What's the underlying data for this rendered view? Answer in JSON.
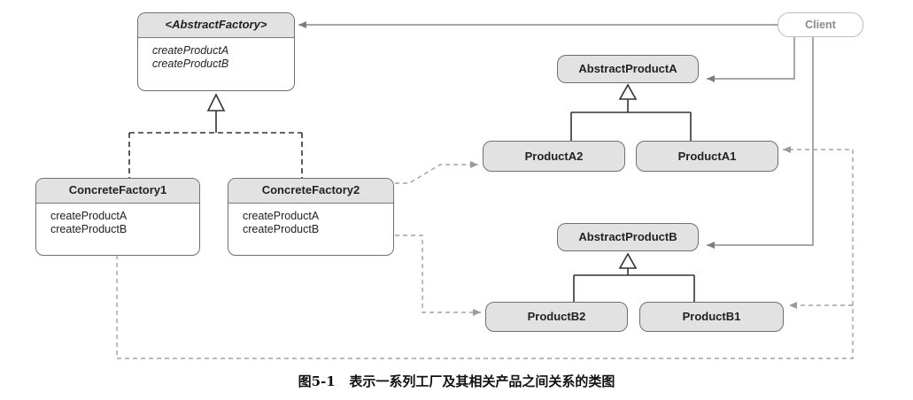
{
  "diagram": {
    "abstract_factory": {
      "name": "<AbstractFactory>",
      "ops": [
        "createProductA",
        "createProductB"
      ]
    },
    "concrete_factory_1": {
      "name": "ConcreteFactory1",
      "ops": [
        "createProductA",
        "createProductB"
      ]
    },
    "concrete_factory_2": {
      "name": "ConcreteFactory2",
      "ops": [
        "createProductA",
        "createProductB"
      ]
    },
    "client": "Client",
    "abstract_product_a": "AbstractProductA",
    "product_a2": "ProductA2",
    "product_a1": "ProductA1",
    "abstract_product_b": "AbstractProductB",
    "product_b2": "ProductB2",
    "product_b1": "ProductB1"
  },
  "caption": {
    "number": "图5-1",
    "text": "表示一系列工厂及其相关产品之间关系的类图"
  }
}
